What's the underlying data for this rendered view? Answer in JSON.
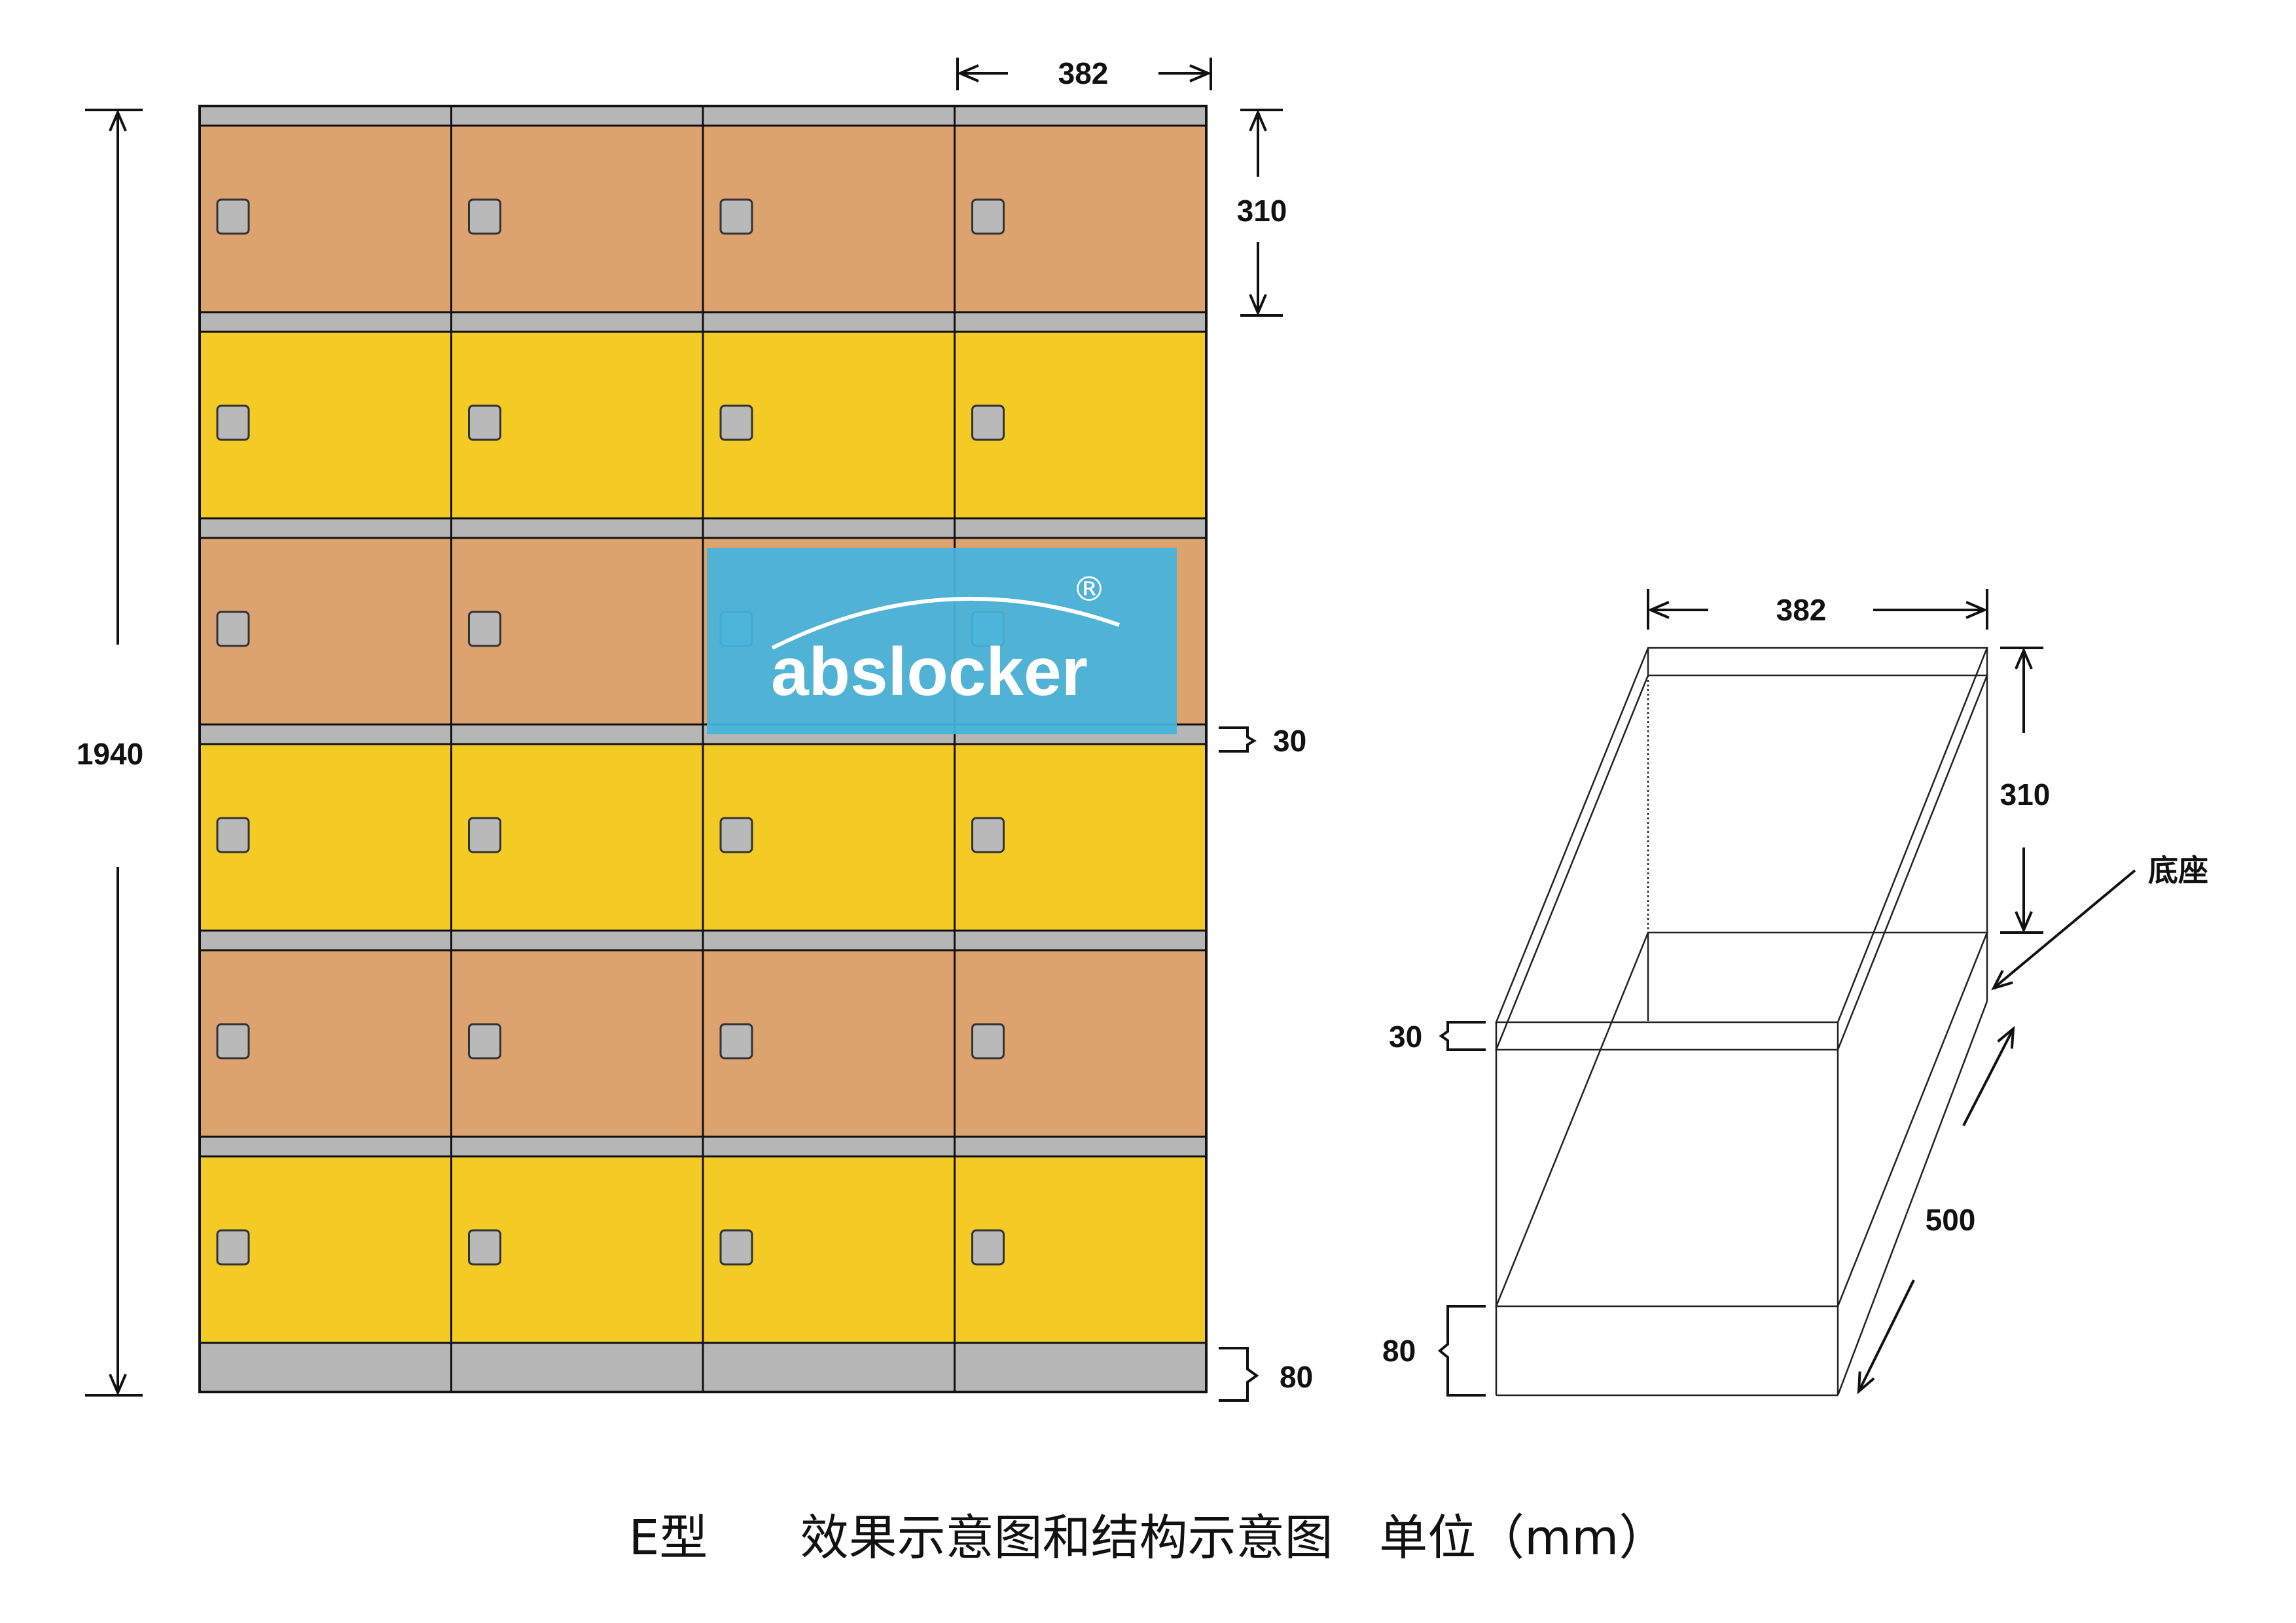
{
  "locker": {
    "columns": 4,
    "rows": 6,
    "door_colors": [
      "#DCA36E",
      "#F3CB24",
      "#DCA36E",
      "#F3CB24",
      "#DCA36E",
      "#F3CB24"
    ],
    "divider_color": "#B6B6B6",
    "plinth_color": "#B6B6B6",
    "lock_color": "#B9B9B9",
    "outline_color": "#111111"
  },
  "dimensions": {
    "width": "382",
    "door_height": "310",
    "total_height": "1940",
    "divider": "30",
    "plinth": "80"
  },
  "structure": {
    "width": "382",
    "height": "310",
    "top": "30",
    "base": "80",
    "depth": "500",
    "base_label": "底座"
  },
  "logo": {
    "text": "abslocker",
    "registered": "®",
    "background": "#45B4DD"
  },
  "caption": {
    "type": "E型",
    "title": "效果示意图和结构示意图",
    "unit": "单位（mm）"
  }
}
